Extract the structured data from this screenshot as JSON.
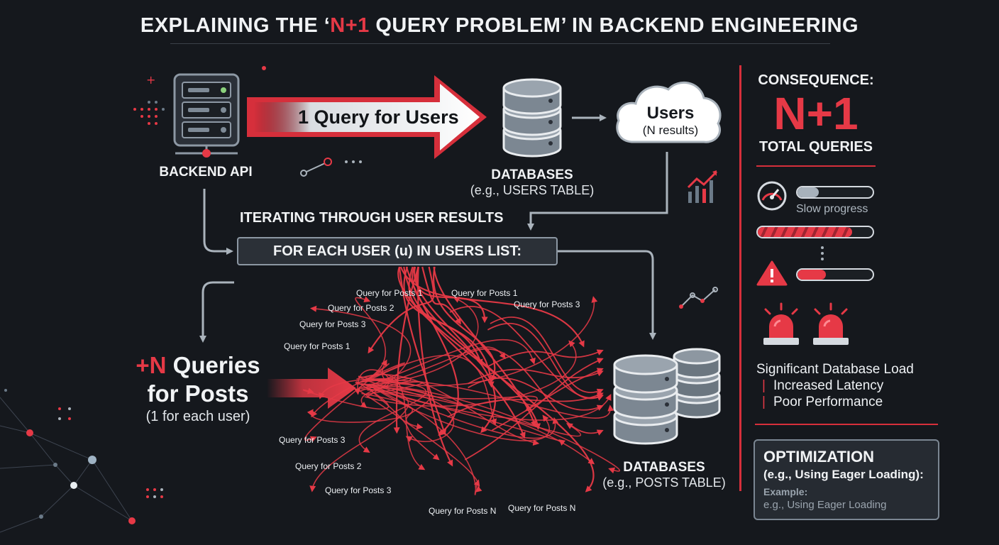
{
  "title": {
    "pre": "EXPLAINING THE ‘",
    "highlight": "N+1",
    "post": " QUERY PROBLEM’ IN BACKEND ENGINEERING"
  },
  "backend": {
    "label": "BACKEND API"
  },
  "users_query": {
    "label": "1 Query for Users"
  },
  "users_db": {
    "label": "DATABASES",
    "sub": "(e.g., USERS TABLE)"
  },
  "users_cloud": {
    "label": "Users",
    "sub": "(N results)"
  },
  "iterating": {
    "label": "ITERATING THROUGH USER RESULTS"
  },
  "loop": {
    "label": "FOR EACH USER (u) IN USERS LIST:"
  },
  "n_queries": {
    "prefix": "+N",
    "line1_rest": " Queries",
    "line2": "for Posts",
    "sub": "(1 for each user)"
  },
  "query_labels": [
    "Query for Posts 1",
    "Query for Posts 1",
    "Query for Posts 2",
    "Query for Posts 3",
    "Query for Posts 3",
    "Query for Posts 1",
    "Query for Posts 3",
    "Query for Posts 2",
    "Query for Posts 3",
    "Query for Posts N",
    "Query for Posts N"
  ],
  "posts_db": {
    "label": "DATABASES",
    "sub": "(e.g., POSTS TABLE)"
  },
  "consequence": {
    "heading": "CONSEQUENCE:",
    "big": "N+1",
    "sub": "TOTAL QUERIES",
    "progress_label": "Slow progress",
    "progress": [
      0.28,
      0.82,
      0.38
    ],
    "items": [
      "Significant Database Load",
      "Increased Latency",
      "Poor Performance"
    ],
    "bullet": "|"
  },
  "optimization": {
    "heading": "OPTIMIZATION",
    "sub": "(e.g., Using Eager Loading):",
    "example_label": "Example:",
    "example_text": "e.g., Using Eager Loading"
  },
  "colors": {
    "background": "#15181d",
    "accent_red": "#e63946",
    "text": "#f1f3f5",
    "muted": "#9aa4ae",
    "panel": "#2b3037"
  }
}
